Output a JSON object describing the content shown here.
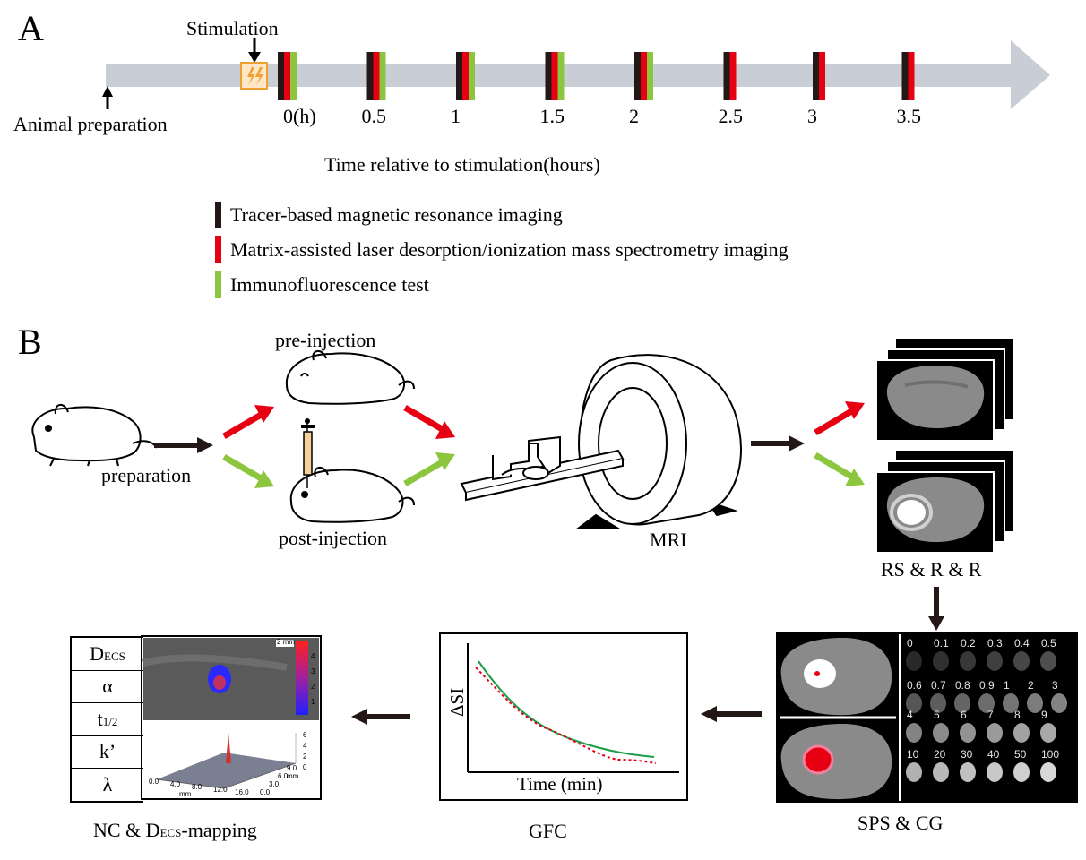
{
  "panel_a": {
    "letter": "A",
    "stimulation_label": "Stimulation",
    "animal_prep_label": "Animal preparation",
    "timepoints": [
      {
        "label": "0(h)",
        "bars": [
          "black",
          "red",
          "green"
        ]
      },
      {
        "label": "0.5",
        "bars": [
          "black",
          "red",
          "green"
        ]
      },
      {
        "label": "1",
        "bars": [
          "black",
          "red",
          "green"
        ]
      },
      {
        "label": "1.5",
        "bars": [
          "black",
          "red",
          "green"
        ]
      },
      {
        "label": "2",
        "bars": [
          "black",
          "red",
          "green"
        ]
      },
      {
        "label": "2.5",
        "bars": [
          "black",
          "red"
        ]
      },
      {
        "label": "3",
        "bars": [
          "black",
          "red"
        ]
      },
      {
        "label": "3.5",
        "bars": [
          "black",
          "red"
        ]
      }
    ],
    "axis_label": "Time relative to stimulation(hours)",
    "legend": [
      {
        "color": "#231815",
        "text": "Tracer-based magnetic resonance imaging"
      },
      {
        "color": "#e60012",
        "text": "Matrix-assisted laser desorption/ionization mass spectrometry imaging"
      },
      {
        "color": "#8cc63f",
        "text": "Immunofluorescence test"
      }
    ]
  },
  "panel_b": {
    "letter": "B",
    "preparation_label": "preparation",
    "pre_injection_label": "pre-injection",
    "post_injection_label": "post-injection",
    "mri_label": "MRI",
    "rs_label": "RS & R & R",
    "sps_label": "SPS & CG",
    "gfc_label": "GFC",
    "nc_label_prefix": "NC & D",
    "nc_label_sub": "ECS",
    "nc_label_suffix": "-mapping",
    "graph": {
      "ylabel": "ΔSI",
      "xlabel": "Time (min)"
    },
    "params": [
      {
        "main": "D",
        "sub": "ECS"
      },
      {
        "main": "α",
        "sub": ""
      },
      {
        "main": "t",
        "sub": "1/2"
      },
      {
        "main": "k’",
        "sub": ""
      },
      {
        "main": "λ",
        "sub": ""
      }
    ],
    "phantom_rows": [
      [
        "0",
        "0.1",
        "0.2",
        "0.3",
        "0.4",
        "0.5"
      ],
      [
        "0.6",
        "0.7",
        "0.8",
        "0.9",
        "1",
        "2",
        "3"
      ],
      [
        "4",
        "5",
        "6",
        "7",
        "8",
        "9"
      ],
      [
        "10",
        "20",
        "30",
        "40",
        "50",
        "100"
      ]
    ],
    "scale_bar": "2 mm",
    "colorbar_ticks": [
      "4",
      "3",
      "2",
      "1"
    ],
    "surface_ticks_x": [
      "0.0",
      "4.0",
      "8.0",
      "12.0",
      "16.0"
    ],
    "surface_ticks_y": [
      "0.0",
      "3.0",
      "6.0",
      "9.0"
    ],
    "surface_ticks_z": [
      "0",
      "2",
      "4",
      "6"
    ],
    "unit_mm": "mm",
    "colors": {
      "red": "#e60012",
      "green": "#8cc63f",
      "black": "#231815",
      "axis_gray": "#c9cdd6"
    }
  }
}
